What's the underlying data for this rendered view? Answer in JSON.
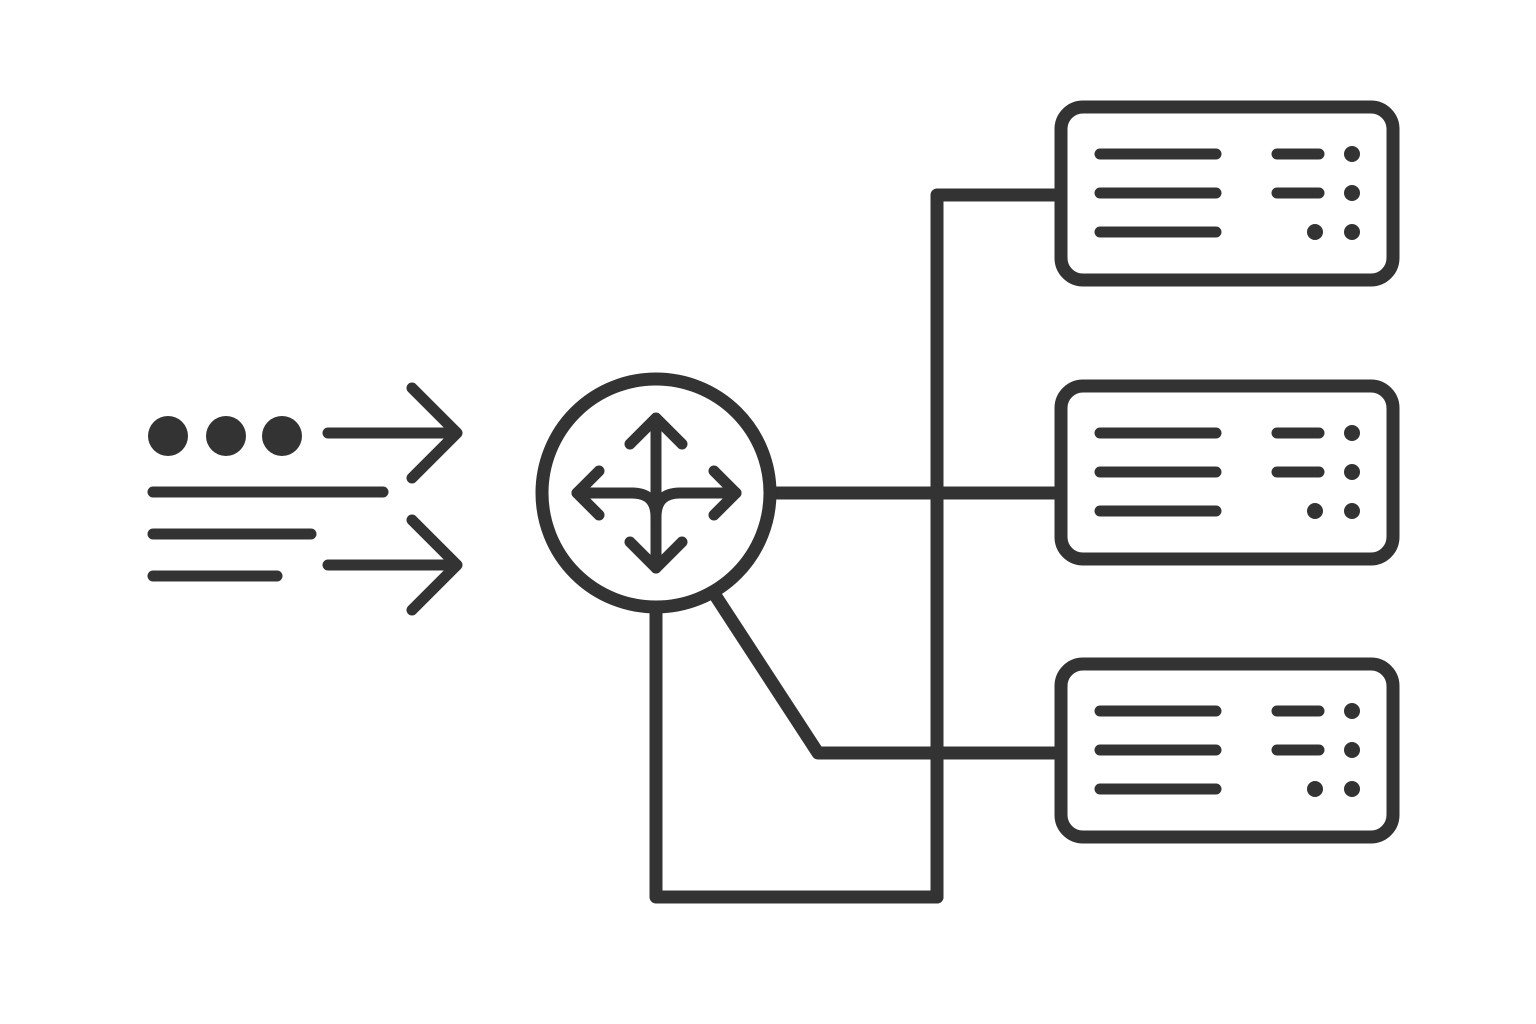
{
  "diagram": {
    "stroke_color": "#333333",
    "background": "#ffffff",
    "nodes": [
      {
        "id": "incoming-traffic",
        "icon": "incoming-requests-icon"
      },
      {
        "id": "load-balancer",
        "icon": "router-arrows-icon"
      },
      {
        "id": "server-1",
        "icon": "server-icon"
      },
      {
        "id": "server-2",
        "icon": "server-icon"
      },
      {
        "id": "server-3",
        "icon": "server-icon"
      }
    ],
    "edges": [
      {
        "from": "load-balancer",
        "to": "server-1"
      },
      {
        "from": "load-balancer",
        "to": "server-2"
      },
      {
        "from": "load-balancer",
        "to": "server-3"
      }
    ]
  }
}
